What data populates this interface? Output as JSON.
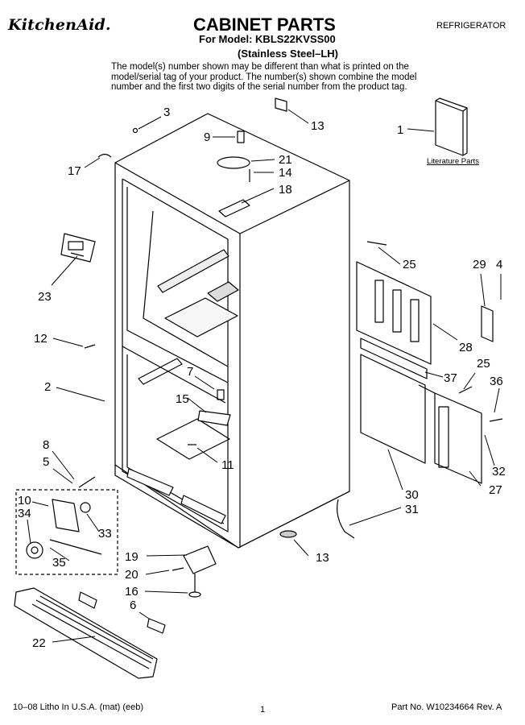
{
  "header": {
    "brand": "KitchenAid.",
    "title": "CABINET PARTS",
    "model_line": "For Model: KBLS22KVSS00",
    "variant": "(Stainless Steel–LH)",
    "category": "REFRIGERATOR",
    "note": "The model(s) number shown may be different than what is printed on the model/serial tag of your product. The number(s) shown combine the model number and the first two digits of the serial number from the product tag."
  },
  "literature_label": "Literature Parts",
  "callouts": [
    "1",
    "2",
    "3",
    "4",
    "5",
    "6",
    "7",
    "8",
    "9",
    "10",
    "11",
    "12",
    "13",
    "13",
    "14",
    "15",
    "16",
    "17",
    "18",
    "19",
    "20",
    "21",
    "22",
    "23",
    "25",
    "25",
    "27",
    "28",
    "29",
    "30",
    "31",
    "32",
    "33",
    "34",
    "35",
    "36",
    "37"
  ],
  "footer": {
    "left": "10–08 Litho In U.S.A. (mat) (eeb)",
    "page": "1",
    "right": "Part No. W10234664 Rev. A"
  }
}
